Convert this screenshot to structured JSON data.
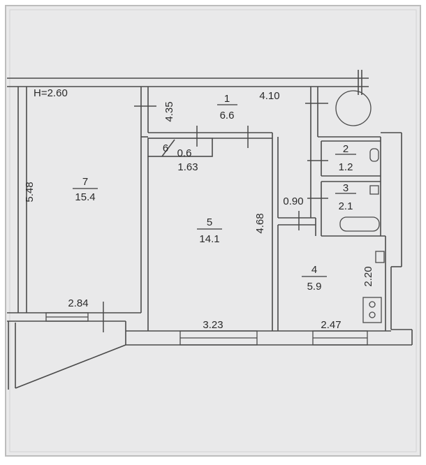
{
  "plan": {
    "ceiling_height": "H=2.60",
    "rooms": [
      {
        "number": "1",
        "area": "6.6"
      },
      {
        "number": "2",
        "area": "1.2"
      },
      {
        "number": "3",
        "area": "2.1"
      },
      {
        "number": "4",
        "area": "5.9"
      },
      {
        "number": "5",
        "area": "14.1"
      },
      {
        "number": "6",
        "area": "0.6"
      },
      {
        "number": "7",
        "area": "15.4"
      }
    ],
    "dimensions": {
      "hall_length": "4.10",
      "hall_width": "4.35",
      "closet_width": "1.63",
      "room7_depth": "5.48",
      "room7_width": "2.84",
      "room5_depth": "4.68",
      "room5_width": "3.23",
      "passage_width": "0.90",
      "kitchen_depth": "2.20",
      "kitchen_width": "2.47"
    }
  }
}
